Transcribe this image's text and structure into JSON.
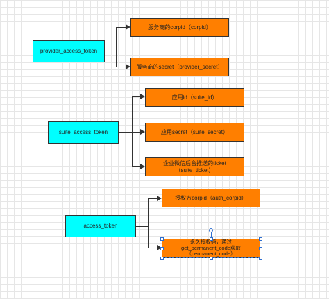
{
  "colors": {
    "root": "#00ffff",
    "leaf": "#ff7f00",
    "line": "#333333",
    "selection": "#2f6fd0"
  },
  "groups": [
    {
      "root": "provider_access_token",
      "children": [
        "服务商的corpid（corpid）",
        "服务商的secret（provider_secret）"
      ]
    },
    {
      "root": "suite_access_token",
      "children": [
        "应用id（suite_id）",
        "应用secret（suite_secret）",
        "企业微信后台推送的ticket\n（suite_ticket）"
      ]
    },
    {
      "root": "access_token",
      "children": [
        "授权方corpid（auth_corpid）",
        "永久授权码，通过\nget_permanent_code获取\n（permanent_code）"
      ]
    }
  ]
}
